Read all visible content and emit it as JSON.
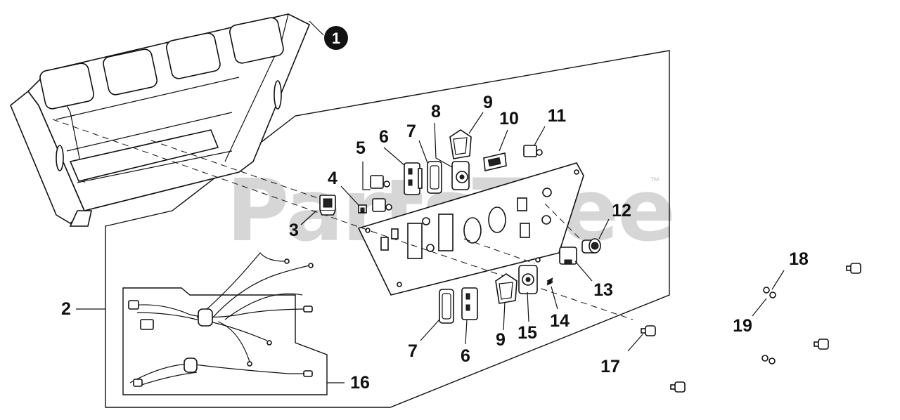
{
  "watermark": {
    "text": "PartsTree",
    "trademark": "™"
  },
  "callouts": {
    "c1": "1",
    "c2": "2",
    "c3": "3",
    "c4": "4",
    "c5": "5",
    "c6a": "6",
    "c6b": "6",
    "c7a": "7",
    "c7b": "7",
    "c8": "8",
    "c9a": "9",
    "c9b": "9",
    "c10": "10",
    "c11": "11",
    "c12": "12",
    "c13": "13",
    "c14": "14",
    "c15": "15",
    "c16": "16",
    "c17": "17",
    "c18": "18",
    "c19": "19"
  }
}
